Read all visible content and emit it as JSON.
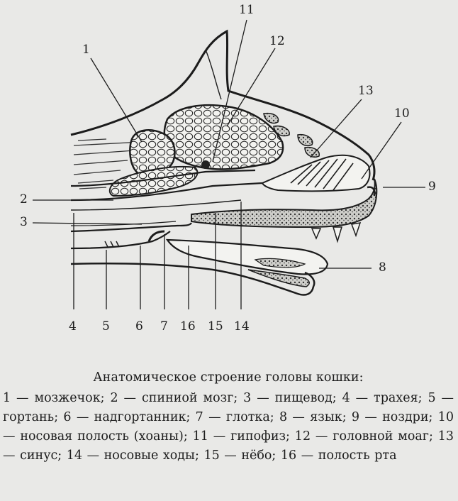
{
  "figure": {
    "callouts": [
      {
        "id": "1",
        "text": "1"
      },
      {
        "id": "11",
        "text": "11"
      },
      {
        "id": "12",
        "text": "12"
      },
      {
        "id": "13",
        "text": "13"
      },
      {
        "id": "10",
        "text": "10"
      },
      {
        "id": "9",
        "text": "9"
      },
      {
        "id": "2",
        "text": "2"
      },
      {
        "id": "3",
        "text": "3"
      },
      {
        "id": "8",
        "text": "8"
      },
      {
        "id": "4",
        "text": "4"
      },
      {
        "id": "5",
        "text": "5"
      },
      {
        "id": "6",
        "text": "6"
      },
      {
        "id": "7",
        "text": "7"
      },
      {
        "id": "16",
        "text": "16"
      },
      {
        "id": "15",
        "text": "15"
      },
      {
        "id": "14",
        "text": "14"
      }
    ]
  },
  "caption": {
    "title": "Анатомическое строение головы кошки:",
    "legend": "1 — мозжечок; 2 — спиниой мозг; 3 — пищевод; 4 — трахея; 5 — гортань; 6 — надгортанник; 7 — глотка; 8 — язык; 9 — ноздри; 10 — носовая полость (хоаны); 11 — гипофиз; 12 — головной моаг; 13 — синус; 14 — носовые ходы; 15 — нёбо; 16 — полость рта"
  }
}
